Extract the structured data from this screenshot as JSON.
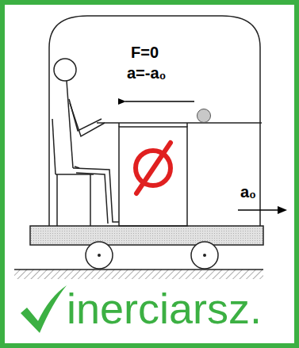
{
  "diagram": {
    "labels": [
      "F=0",
      "a=-a₀",
      "a₀",
      "inerciarsz."
    ]
  }
}
